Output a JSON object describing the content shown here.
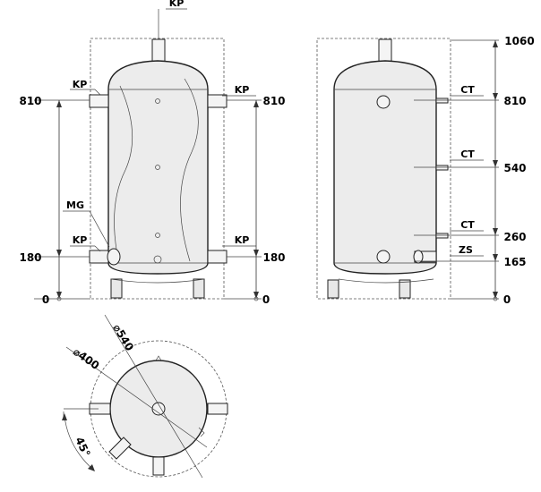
{
  "labels": {
    "kp": "KP",
    "mg": "MG",
    "ct": "CT",
    "zs": "ZS"
  },
  "heights": {
    "h1060": "1060",
    "h810": "810",
    "h540": "540",
    "h260": "260",
    "h180": "180",
    "h165": "165",
    "h0": "0"
  },
  "diameters": {
    "d540": "540",
    "d400": "400"
  },
  "angle": {
    "value": "45°"
  },
  "colors": {
    "line": "#222222",
    "fill": "#ececec"
  }
}
